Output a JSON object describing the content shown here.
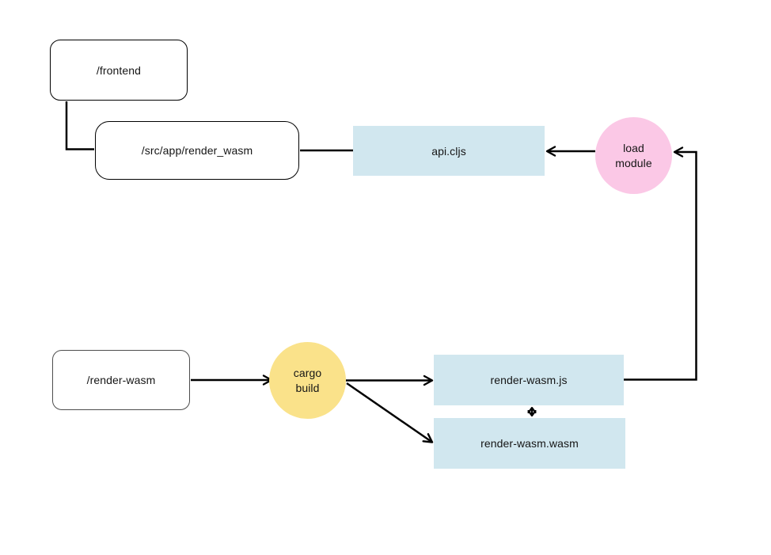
{
  "diagram": {
    "background": "#ffffff",
    "colors": {
      "node_blue": "#d1e7ef",
      "node_pink": "#fbc8e6",
      "node_yellow": "#fae28a",
      "line": "#000000",
      "box_border_black": "#000000",
      "box_border_gray": "#4d4d4d",
      "text": "#151515"
    },
    "nodes": {
      "frontend": {
        "label": "/frontend"
      },
      "src_app_render_wasm": {
        "label": "/src/app/render_wasm"
      },
      "api_cljs": {
        "label": "api.cljs"
      },
      "load_module": {
        "line1": "load",
        "line2": "module"
      },
      "render_wasm_dir": {
        "label": "/render-wasm"
      },
      "cargo_build": {
        "line1": "cargo",
        "line2": "build"
      },
      "render_wasm_js": {
        "label": "render-wasm.js"
      },
      "render_wasm_wasm": {
        "label": "render-wasm.wasm"
      }
    },
    "edges": [
      {
        "from": "frontend",
        "to": "src_app_render_wasm",
        "arrow": "none",
        "shape": "elbow"
      },
      {
        "from": "src_app_render_wasm",
        "to": "api_cljs",
        "arrow": "none",
        "shape": "straight"
      },
      {
        "from": "load_module",
        "to": "api_cljs",
        "arrow": "end",
        "shape": "straight"
      },
      {
        "from": "render_wasm_js",
        "to": "load_module",
        "arrow": "end",
        "shape": "elbow"
      },
      {
        "from": "render_wasm_dir",
        "to": "cargo_build",
        "arrow": "end",
        "shape": "straight"
      },
      {
        "from": "cargo_build",
        "to": "render_wasm_js",
        "arrow": "end",
        "shape": "straight"
      },
      {
        "from": "cargo_build",
        "to": "render_wasm_wasm",
        "arrow": "end",
        "shape": "diagonal"
      },
      {
        "from": "render_wasm_js",
        "to": "render_wasm_wasm",
        "arrow": "both",
        "shape": "straight"
      }
    ]
  }
}
